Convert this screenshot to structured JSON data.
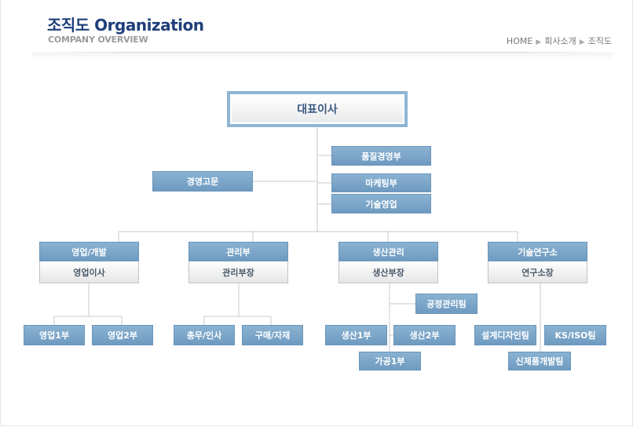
{
  "header": {
    "title": "조직도 Organization",
    "subtitle": "COMPANY OVERVIEW",
    "breadcrumb": [
      "HOME",
      "회사소개",
      "조직도"
    ]
  },
  "colors": {
    "accent_blue": "#7aa5c9",
    "title_navy": "#1f3f7a",
    "line_gray": "#c9c9c9"
  },
  "org": {
    "ceo": "대표이사",
    "side_units": [
      "품질경영부",
      "마케팅부",
      "기술영업"
    ],
    "advisor": "경영고문",
    "divisions": [
      {
        "name": "영업/개발",
        "head": "영업이사",
        "teams": [
          "영업1부",
          "영업2부"
        ]
      },
      {
        "name": "관리부",
        "head": "관리부장",
        "teams": [
          "총무/인사",
          "구매/자재"
        ]
      },
      {
        "name": "생산관리",
        "head": "생산부장",
        "teams": [
          "공정관리팀",
          "생산1부",
          "생산2부",
          "가공1부"
        ]
      },
      {
        "name": "기술연구소",
        "head": "연구소장",
        "teams": [
          "설계디자인팀",
          "KS/ISO팀",
          "신제품개발팀"
        ]
      }
    ]
  }
}
